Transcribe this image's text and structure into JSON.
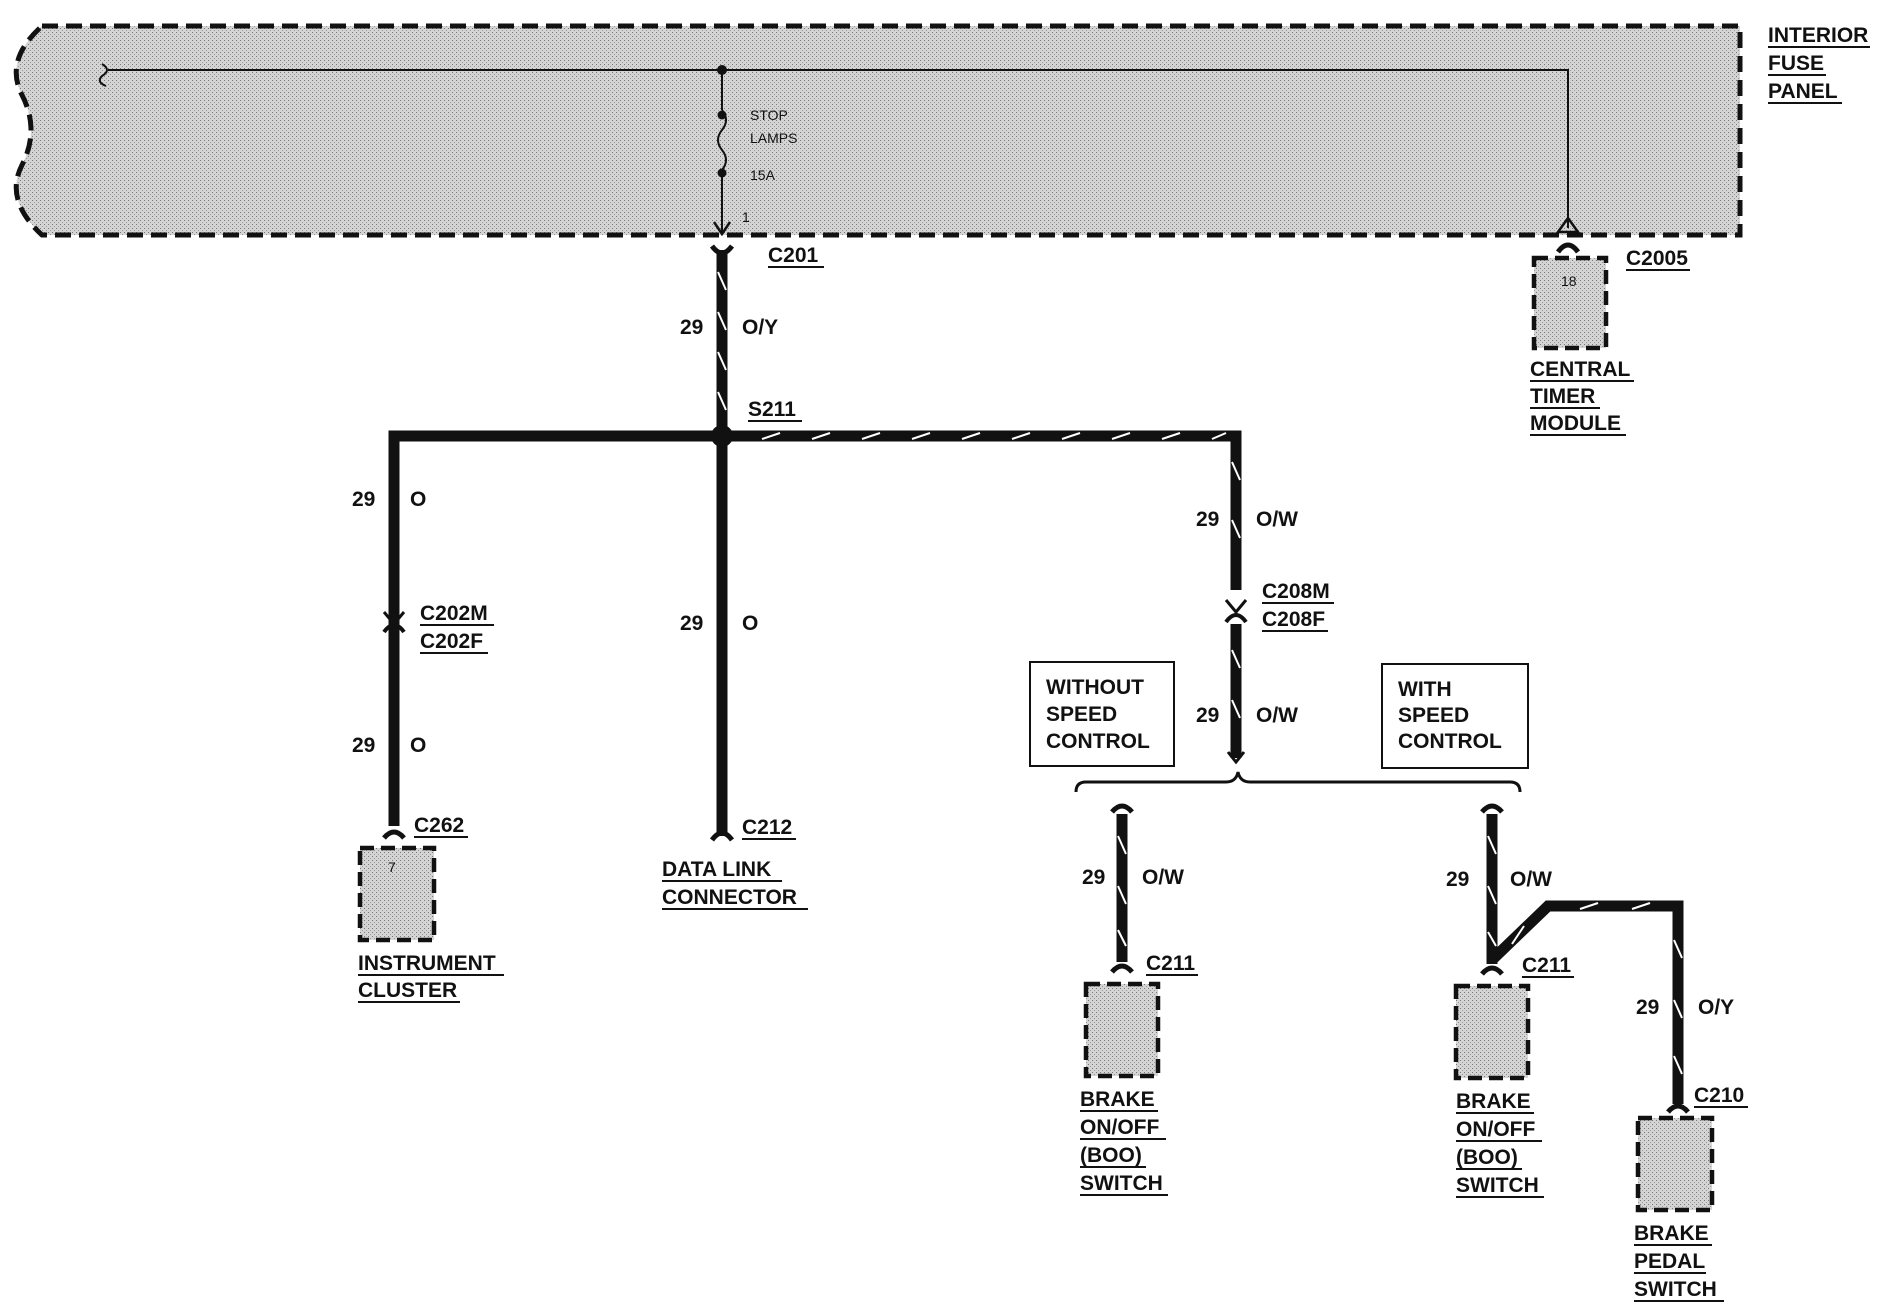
{
  "panel": {
    "title_lines": [
      "INTERIOR",
      "FUSE",
      "PANEL"
    ]
  },
  "fuse": {
    "name_lines": [
      "STOP",
      "LAMPS"
    ],
    "rating": "15A",
    "pin": "1"
  },
  "connectors": {
    "c201": "C201",
    "c2005": "C2005",
    "s211": "S211",
    "c202m": "C202M",
    "c202f": "C202F",
    "c208m": "C208M",
    "c208f": "C208F",
    "c262": "C262",
    "c212": "C212",
    "c211_a": "C211",
    "c211_b": "C211",
    "c210": "C210"
  },
  "pins": {
    "central_timer": "18",
    "instrument_cluster": "7"
  },
  "wires": {
    "main": {
      "circuit": "29",
      "color": "O/Y"
    },
    "left_upper": {
      "circuit": "29",
      "color": "O"
    },
    "left_lower": {
      "circuit": "29",
      "color": "O"
    },
    "center": {
      "circuit": "29",
      "color": "O"
    },
    "right_upper": {
      "circuit": "29",
      "color": "O/W"
    },
    "right_lower": {
      "circuit": "29",
      "color": "O/W"
    },
    "boo_without": {
      "circuit": "29",
      "color": "O/W"
    },
    "boo_with": {
      "circuit": "29",
      "color": "O/W"
    },
    "pedal": {
      "circuit": "29",
      "color": "O/Y"
    }
  },
  "options": {
    "without": [
      "WITHOUT",
      "SPEED",
      "CONTROL"
    ],
    "with": [
      "WITH",
      "SPEED",
      "CONTROL"
    ]
  },
  "components": {
    "central_timer": [
      "CENTRAL",
      "TIMER",
      "MODULE"
    ],
    "instrument_cluster": [
      "INSTRUMENT",
      "CLUSTER"
    ],
    "data_link": [
      "DATA LINK",
      "CONNECTOR"
    ],
    "boo_switch_a": [
      "BRAKE",
      "ON/OFF",
      "(BOO)",
      "SWITCH"
    ],
    "boo_switch_b": [
      "BRAKE",
      "ON/OFF",
      "(BOO)",
      "SWITCH"
    ],
    "brake_pedal": [
      "BRAKE",
      "PEDAL",
      "SWITCH"
    ]
  }
}
